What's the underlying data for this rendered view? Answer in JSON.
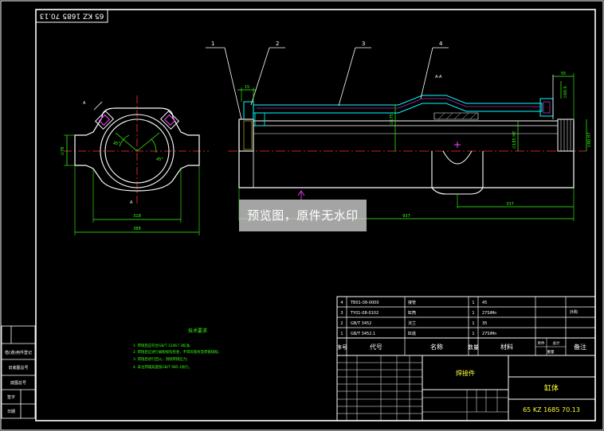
{
  "frame": {
    "drawing_number_rotated": "65 KZ 1685 70.13"
  },
  "balloons": [
    "1",
    "2",
    "3",
    "4"
  ],
  "section_label": "A-A",
  "side_view": {
    "view_marker": "A",
    "dims": {
      "inner_width": "318",
      "outer_width": "388",
      "left_height": "∅78",
      "angle1": "45°",
      "angle2": "45°"
    }
  },
  "main_view": {
    "dims": {
      "top_small": "15",
      "top_right": "55",
      "right_vertical_a": "∅60.0",
      "right_vertical_b": "∅185 H7",
      "left_vertical": "∅175",
      "bottom_right": "337",
      "overall_length": "937",
      "right_small": "∅80 H7"
    }
  },
  "technical_requirements": {
    "title": "技术要求",
    "items": [
      "1. 焊接后应符合GB/T 12467.3标准;",
      "2. 焊接后应进行磁粉探伤检查，不得有裂纹及焊接缺陷;",
      "3. 焊接后进行回火，消除焊接应力;",
      "4. 未注焊缝高度按GB/T 985.1执行。"
    ]
  },
  "parts_list": {
    "rows": [
      {
        "seq": "4",
        "code": "TB01-08-0000",
        "name": "接管",
        "qty": "1",
        "material": "45",
        "weight": "",
        "note": "外购"
      },
      {
        "seq": "3",
        "code": "TY01-08-0102",
        "name": "缸筒",
        "qty": "1",
        "material": "27SiMn",
        "weight": "",
        "note": ""
      },
      {
        "seq": "2",
        "code": "GB/T 3452",
        "name": "法兰",
        "qty": "1",
        "material": "35",
        "weight": "",
        "note": ""
      },
      {
        "seq": "1",
        "code": "GB/T 3452.1",
        "name": "缸底",
        "qty": "1",
        "material": "27SiMn",
        "weight": "",
        "note": ""
      }
    ],
    "header": {
      "seq": "序号",
      "code": "代号",
      "name": "名称",
      "qty": "数量",
      "material": "材料",
      "unit_weight": "单件",
      "total_weight": "总计",
      "weight": "重量",
      "note": "备注"
    }
  },
  "title_block": {
    "assembly_name": "焊接件",
    "part_name": "缸体",
    "drawing_number": "65 KZ 1685 70.13"
  },
  "left_stamp": {
    "rows": [
      "借(通)用件登记",
      "旧底图总号",
      "底图总号",
      "签字",
      "日期"
    ]
  },
  "watermark": "预览图，原件无水印",
  "colors": {
    "background": "#000000",
    "outline": "#ffffff",
    "dimension": "#39ff14",
    "hatch": "#00ffff",
    "centerline": "#ff3030",
    "text_yellow": "#ffff33",
    "accent_magenta": "#ff40ff"
  }
}
